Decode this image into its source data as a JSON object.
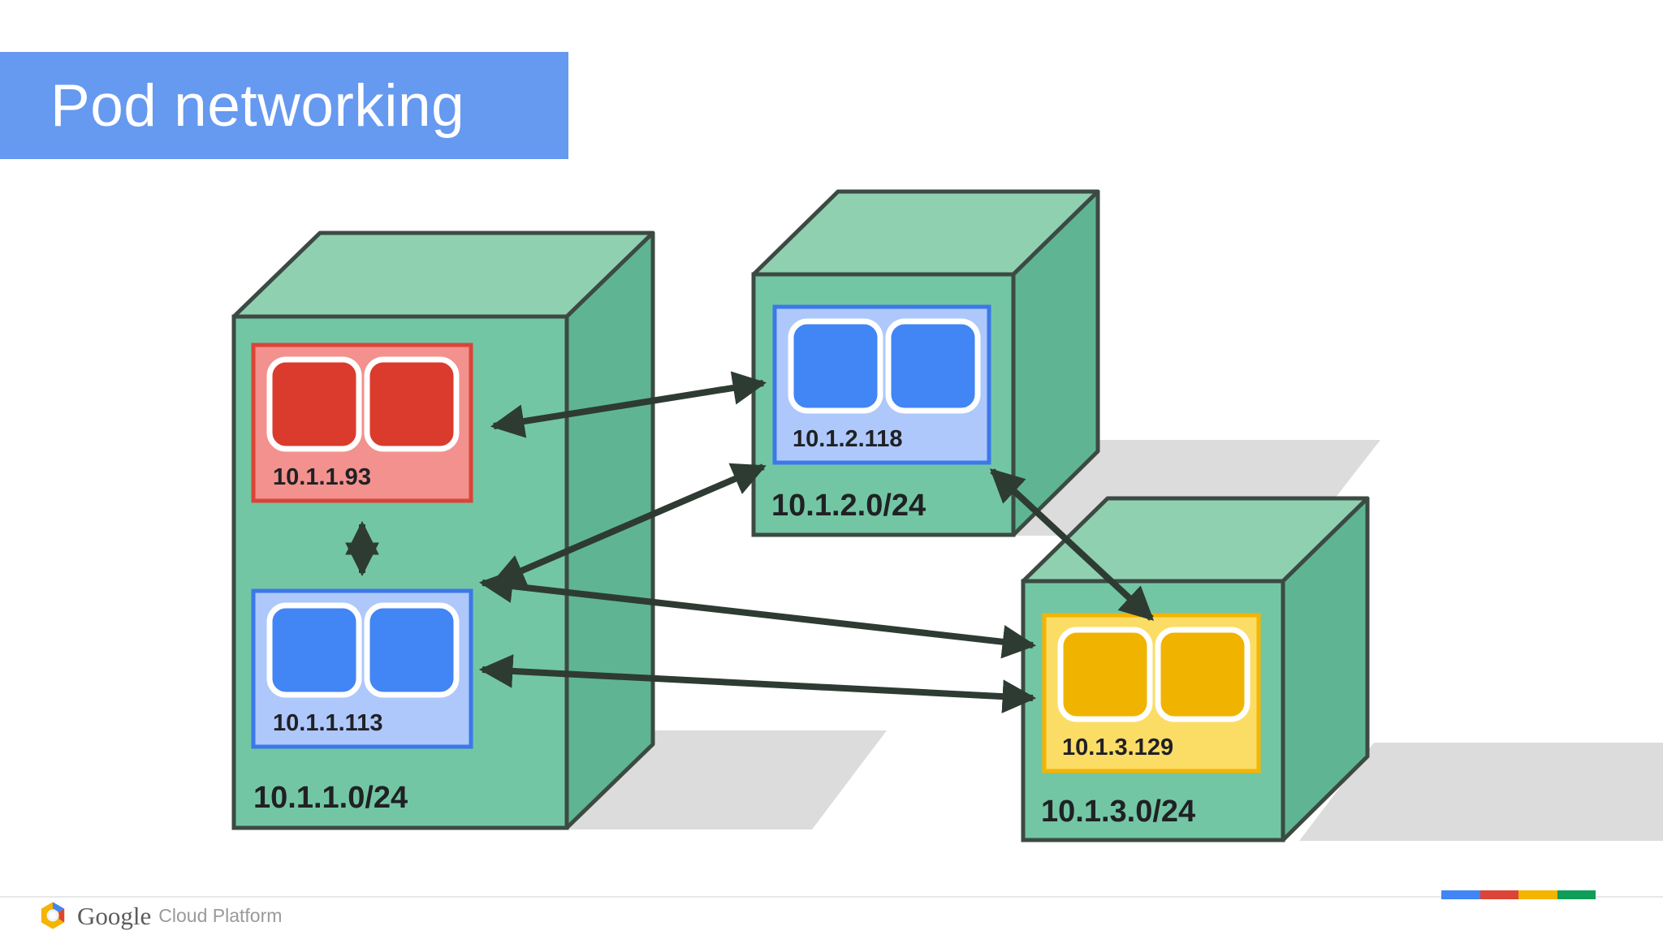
{
  "slide": {
    "title": "Pod networking",
    "title_bg": "#6699f0",
    "title_color": "#ffffff",
    "background": "#ffffff"
  },
  "palette": {
    "node_front": "#73c6a4",
    "node_top": "#8fd0b0",
    "node_side": "#5fb593",
    "node_stroke": "#3c4a43",
    "shadow": "#dcdcdc",
    "pod_red_fill": "#f2918e",
    "pod_red_border": "#db4437",
    "pod_red_inner": "#db3b2c",
    "pod_blue_fill": "#aec8fb",
    "pod_blue_border": "#3c78e8",
    "pod_blue_inner": "#4285f4",
    "pod_yellow_fill": "#fbdd66",
    "pod_yellow_border": "#f4b400",
    "pod_yellow_inner": "#f0b400",
    "arrow": "#2e3b33",
    "label_text": "#202124"
  },
  "nodes": [
    {
      "id": "node-1",
      "subnet_label": "10.1.1.0/24",
      "pods": [
        {
          "id": "pod-10-1-1-93",
          "ip_label": "10.1.1.93",
          "color": "red"
        },
        {
          "id": "pod-10-1-1-113",
          "ip_label": "10.1.1.113",
          "color": "blue"
        }
      ]
    },
    {
      "id": "node-2",
      "subnet_label": "10.1.2.0/24",
      "pods": [
        {
          "id": "pod-10-1-2-118",
          "ip_label": "10.1.2.118",
          "color": "blue"
        }
      ]
    },
    {
      "id": "node-3",
      "subnet_label": "10.1.3.0/24",
      "pods": [
        {
          "id": "pod-10-1-3-129",
          "ip_label": "10.1.3.129",
          "color": "yellow"
        }
      ]
    }
  ],
  "connections": [
    {
      "id": "conn-pod93-pod113",
      "from": "10.1.1.93",
      "to": "10.1.1.113",
      "bidirectional": true
    },
    {
      "id": "conn-pod93-pod118",
      "from": "10.1.1.93",
      "to": "10.1.2.118",
      "bidirectional": true
    },
    {
      "id": "conn-pod113-pod118",
      "from": "10.1.1.113",
      "to": "10.1.2.118",
      "bidirectional": true
    },
    {
      "id": "conn-pod113-pod129",
      "from": "10.1.1.113",
      "to": "10.1.3.129",
      "bidirectional": true
    },
    {
      "id": "conn-pod118-pod129",
      "from": "10.1.2.118",
      "to": "10.1.3.129",
      "bidirectional": true
    }
  ],
  "footer": {
    "brand_word": "Google",
    "brand_suffix": "Cloud Platform",
    "bar_colors": [
      "#4285f4",
      "#db4437",
      "#f4b400",
      "#0f9d58"
    ]
  }
}
